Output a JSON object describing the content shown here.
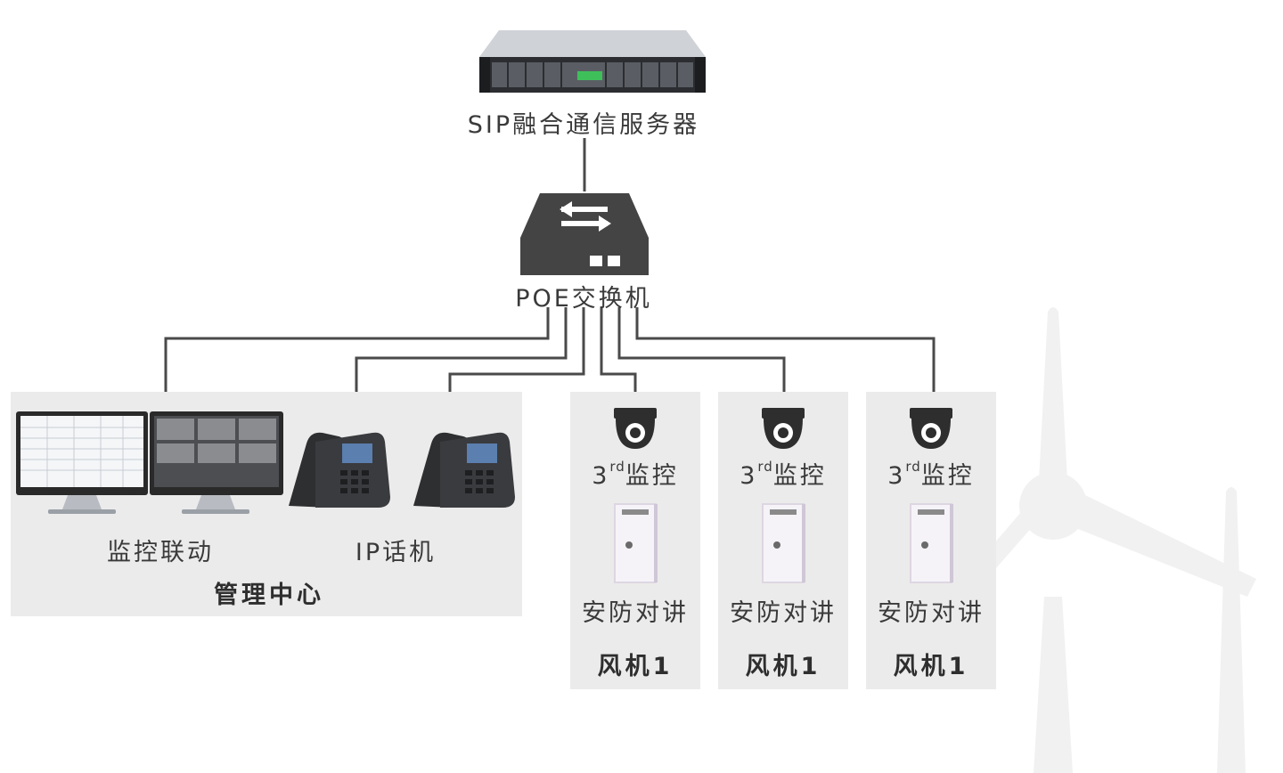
{
  "server": {
    "label": "SIP融合通信服务器",
    "icon": "rack-server-icon"
  },
  "switch": {
    "label": "POE交换机",
    "icon": "network-switch-icon"
  },
  "management_center": {
    "title": "管理中心",
    "monitoring": {
      "label": "监控联动",
      "icon": "monitor-screens-icon"
    },
    "phone": {
      "label": "IP话机",
      "icon": "ip-phone-icon"
    }
  },
  "turbines": [
    {
      "camera_prefix": "3",
      "camera_sup": "rd",
      "camera_suffix": "监控",
      "intercom": "安防对讲",
      "title": "风机1"
    },
    {
      "camera_prefix": "3",
      "camera_sup": "rd",
      "camera_suffix": "监控",
      "intercom": "安防对讲",
      "title": "风机1"
    },
    {
      "camera_prefix": "3",
      "camera_sup": "rd",
      "camera_suffix": "监控",
      "intercom": "安防对讲",
      "title": "风机1"
    }
  ],
  "colors": {
    "line": "#4a4a4a",
    "panel": "#ebebeb",
    "switch": "#444444",
    "led": "#3fbf5a",
    "watermark": "#f1f1f1"
  }
}
